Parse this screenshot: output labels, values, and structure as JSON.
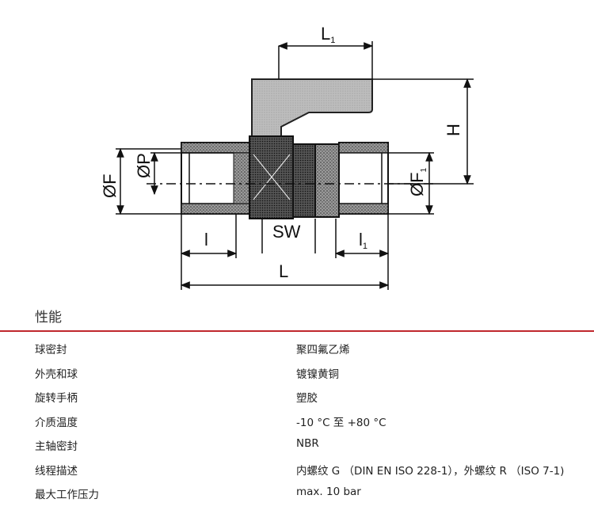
{
  "drawing_labels": {
    "L1": "L",
    "L1_sub": "1",
    "H": "H",
    "phiF": "ØF",
    "phiP": "ØP",
    "phiF1": "ØF",
    "phiF1_sub": "1",
    "SW": "SW",
    "l": "l",
    "l1": "l",
    "l1_sub": "1",
    "L": "L"
  },
  "section": {
    "title": "性能"
  },
  "colors": {
    "accent_rule": "#c0272d"
  },
  "specs": [
    {
      "label": "球密封",
      "value": "聚四氟乙烯"
    },
    {
      "label": "外壳和球",
      "value": "镀镍黄铜"
    },
    {
      "label": "旋转手柄",
      "value": "塑胶"
    },
    {
      "label": "介质温度",
      "value": "-10 °C 至 +80 °C"
    },
    {
      "label": "主轴密封",
      "value": "NBR"
    },
    {
      "label": "线程描述",
      "value": "内螺纹 G （DIN EN ISO 228-1），外螺纹 R （ISO 7-1)"
    },
    {
      "label": "最大工作压力",
      "value": "max. 10 bar"
    }
  ]
}
